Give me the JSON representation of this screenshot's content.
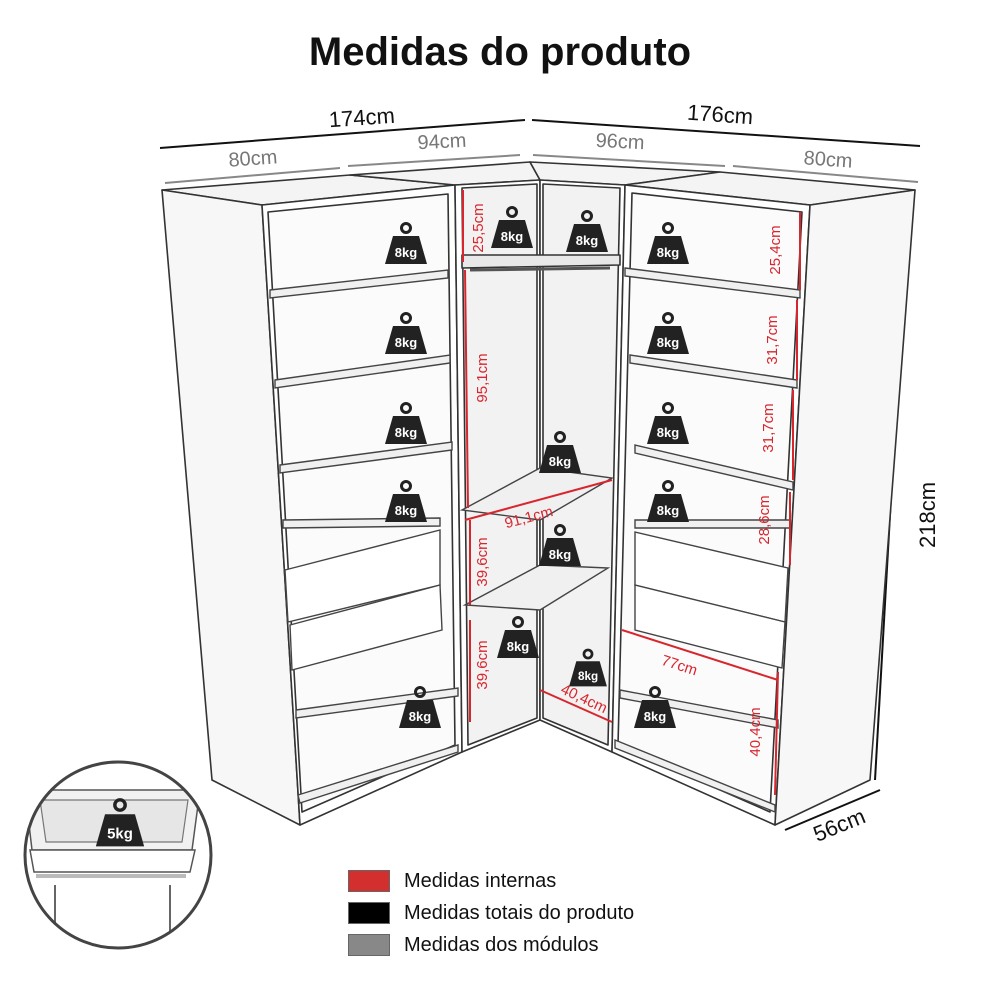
{
  "title": "Medidas do produto",
  "dimensions": {
    "total_left_width": "174cm",
    "total_right_width": "176cm",
    "height": "218cm",
    "depth": "56cm",
    "module_left": "80cm",
    "module_center_left": "94cm",
    "module_center_right": "96cm",
    "module_right": "80cm"
  },
  "internal": {
    "top_center": "25,5cm",
    "top_right": "25,4cm",
    "hanging": "95,1cm",
    "shelf_width": "91,1cm",
    "center_mid": "39,6cm",
    "center_low": "39,6cm",
    "corner_depth": "40,4cm",
    "right_shelf_2": "31,7cm",
    "right_shelf_3": "31,7cm",
    "right_shelf_4": "28,6cm",
    "right_bottom_width": "77cm",
    "right_bottom": "40,4cm"
  },
  "weights": {
    "shelf": "8kg",
    "drawer": "5kg"
  },
  "legend": [
    {
      "label": "Medidas internas",
      "color": "#d32f2f"
    },
    {
      "label": "Medidas totais do produto",
      "color": "#000000"
    },
    {
      "label": "Medidas dos módulos",
      "color": "#888888"
    }
  ]
}
